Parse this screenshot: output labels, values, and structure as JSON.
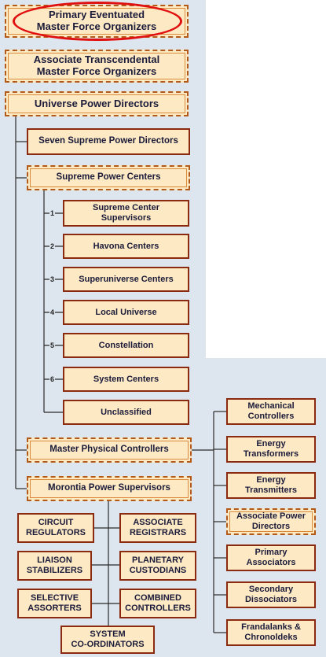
{
  "diagram": {
    "top_boxes": [
      {
        "line1": "Primary Eventuated",
        "line2": "Master Force Organizers"
      },
      {
        "line1": "Associate Transcendental",
        "line2": "Master Force Organizers"
      }
    ],
    "universe_power_directors": "Universe Power Directors",
    "seven_supreme": "Seven Supreme Power Directors",
    "supreme_power_centers": "Supreme Power Centers",
    "centers": [
      {
        "num": "1",
        "line1": "Supreme Center",
        "line2": "Supervisors"
      },
      {
        "num": "2",
        "line1": "Havona Centers",
        "line2": ""
      },
      {
        "num": "3",
        "line1": "Superuniverse Centers",
        "line2": ""
      },
      {
        "num": "4",
        "line1": "Local Universe",
        "line2": ""
      },
      {
        "num": "5",
        "line1": "Constellation",
        "line2": ""
      },
      {
        "num": "6",
        "line1": "System Centers",
        "line2": ""
      },
      {
        "num": "",
        "line1": "Unclassified",
        "line2": ""
      }
    ],
    "master_physical": "Master Physical Controllers",
    "morontia": "Morontia Power Supervisors",
    "controllers": [
      {
        "line1": "Mechanical",
        "line2": "Controllers"
      },
      {
        "line1": "Energy",
        "line2": "Transformers"
      },
      {
        "line1": "Energy",
        "line2": "Transmitters"
      },
      {
        "line1": "Associate Power",
        "line2": "Directors"
      },
      {
        "line1": "Primary",
        "line2": "Associators"
      },
      {
        "line1": "Secondary",
        "line2": "Dissociators"
      },
      {
        "line1": "Frandalanks &",
        "line2": "Chronoldeks"
      }
    ],
    "morontia_groups": [
      {
        "line1": "CIRCUIT",
        "line2": "REGULATORS"
      },
      {
        "line1": "ASSOCIATE",
        "line2": "REGISTRARS"
      },
      {
        "line1": "LIAISON",
        "line2": "STABILIZERS"
      },
      {
        "line1": "PLANETARY",
        "line2": "CUSTODIANS"
      },
      {
        "line1": "SELECTIVE",
        "line2": "ASSORTERS"
      },
      {
        "line1": "COMBINED",
        "line2": "CONTROLLERS"
      },
      {
        "line1": "SYSTEM",
        "line2": "CO-ORDINATORS"
      }
    ],
    "highlight_color": "#e01010",
    "box_fill": "#fde9c4",
    "box_border": "#8a2a10"
  }
}
